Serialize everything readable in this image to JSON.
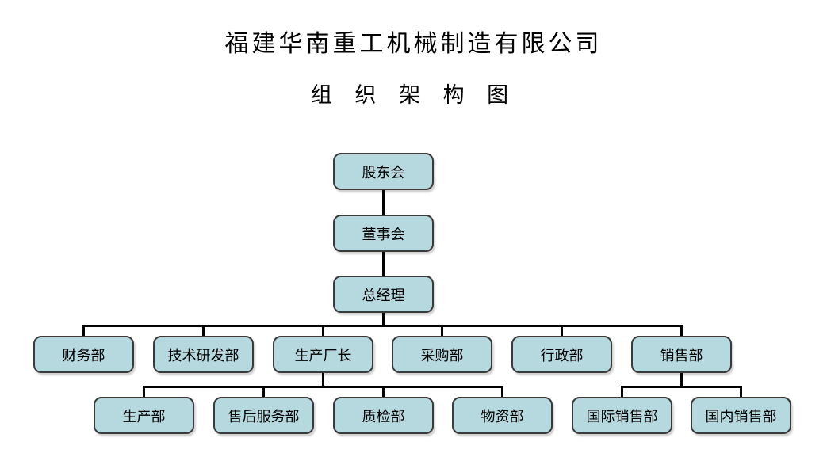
{
  "header": {
    "title": "福建华南重工机械制造有限公司",
    "subtitle": "组 织 架 构 图"
  },
  "chart": {
    "top_chain": [
      {
        "label": "股东会"
      },
      {
        "label": "董事会"
      },
      {
        "label": "总经理"
      }
    ],
    "departments": [
      {
        "label": "财务部"
      },
      {
        "label": "技术研发部"
      },
      {
        "label": "生产厂长"
      },
      {
        "label": "采购部"
      },
      {
        "label": "行政部"
      },
      {
        "label": "销售部"
      }
    ],
    "production_sub": [
      {
        "label": "生产部"
      },
      {
        "label": "售后服务部"
      },
      {
        "label": "质检部"
      },
      {
        "label": "物资部"
      }
    ],
    "sales_sub": [
      {
        "label": "国际销售部"
      },
      {
        "label": "国内销售部"
      }
    ]
  },
  "colors": {
    "box_fill": "#b6d9e0",
    "box_border": "#3a3a3a",
    "connector": "#000000"
  }
}
